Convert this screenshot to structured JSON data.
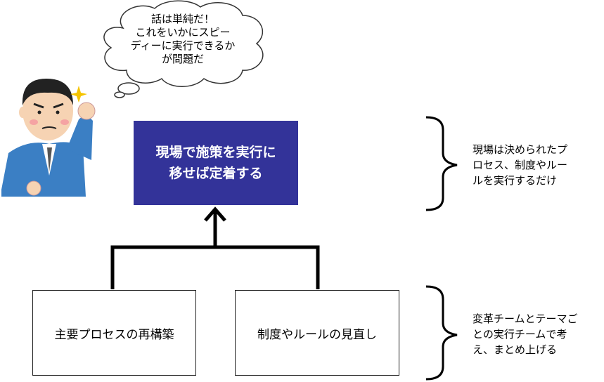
{
  "speech_bubble": {
    "lines": [
      "話は単純だ！",
      "これをいかにスピー",
      "ディーに実行できるか",
      "が問題だ"
    ]
  },
  "goal_box": {
    "lines": [
      "現場で施策を実行に",
      "移せば定着する"
    ],
    "color": "#333399"
  },
  "sub_boxes": [
    {
      "label": "主要プロセスの再構築"
    },
    {
      "label": "制度やルールの見直し"
    }
  ],
  "notes": {
    "top": [
      "現場は決められたプ",
      "ロセス、制度やルー",
      "ルを実行するだけ"
    ],
    "bottom": [
      "変革チームとテーマご",
      "との実行チームで考",
      "え、まとめ上げる"
    ]
  }
}
